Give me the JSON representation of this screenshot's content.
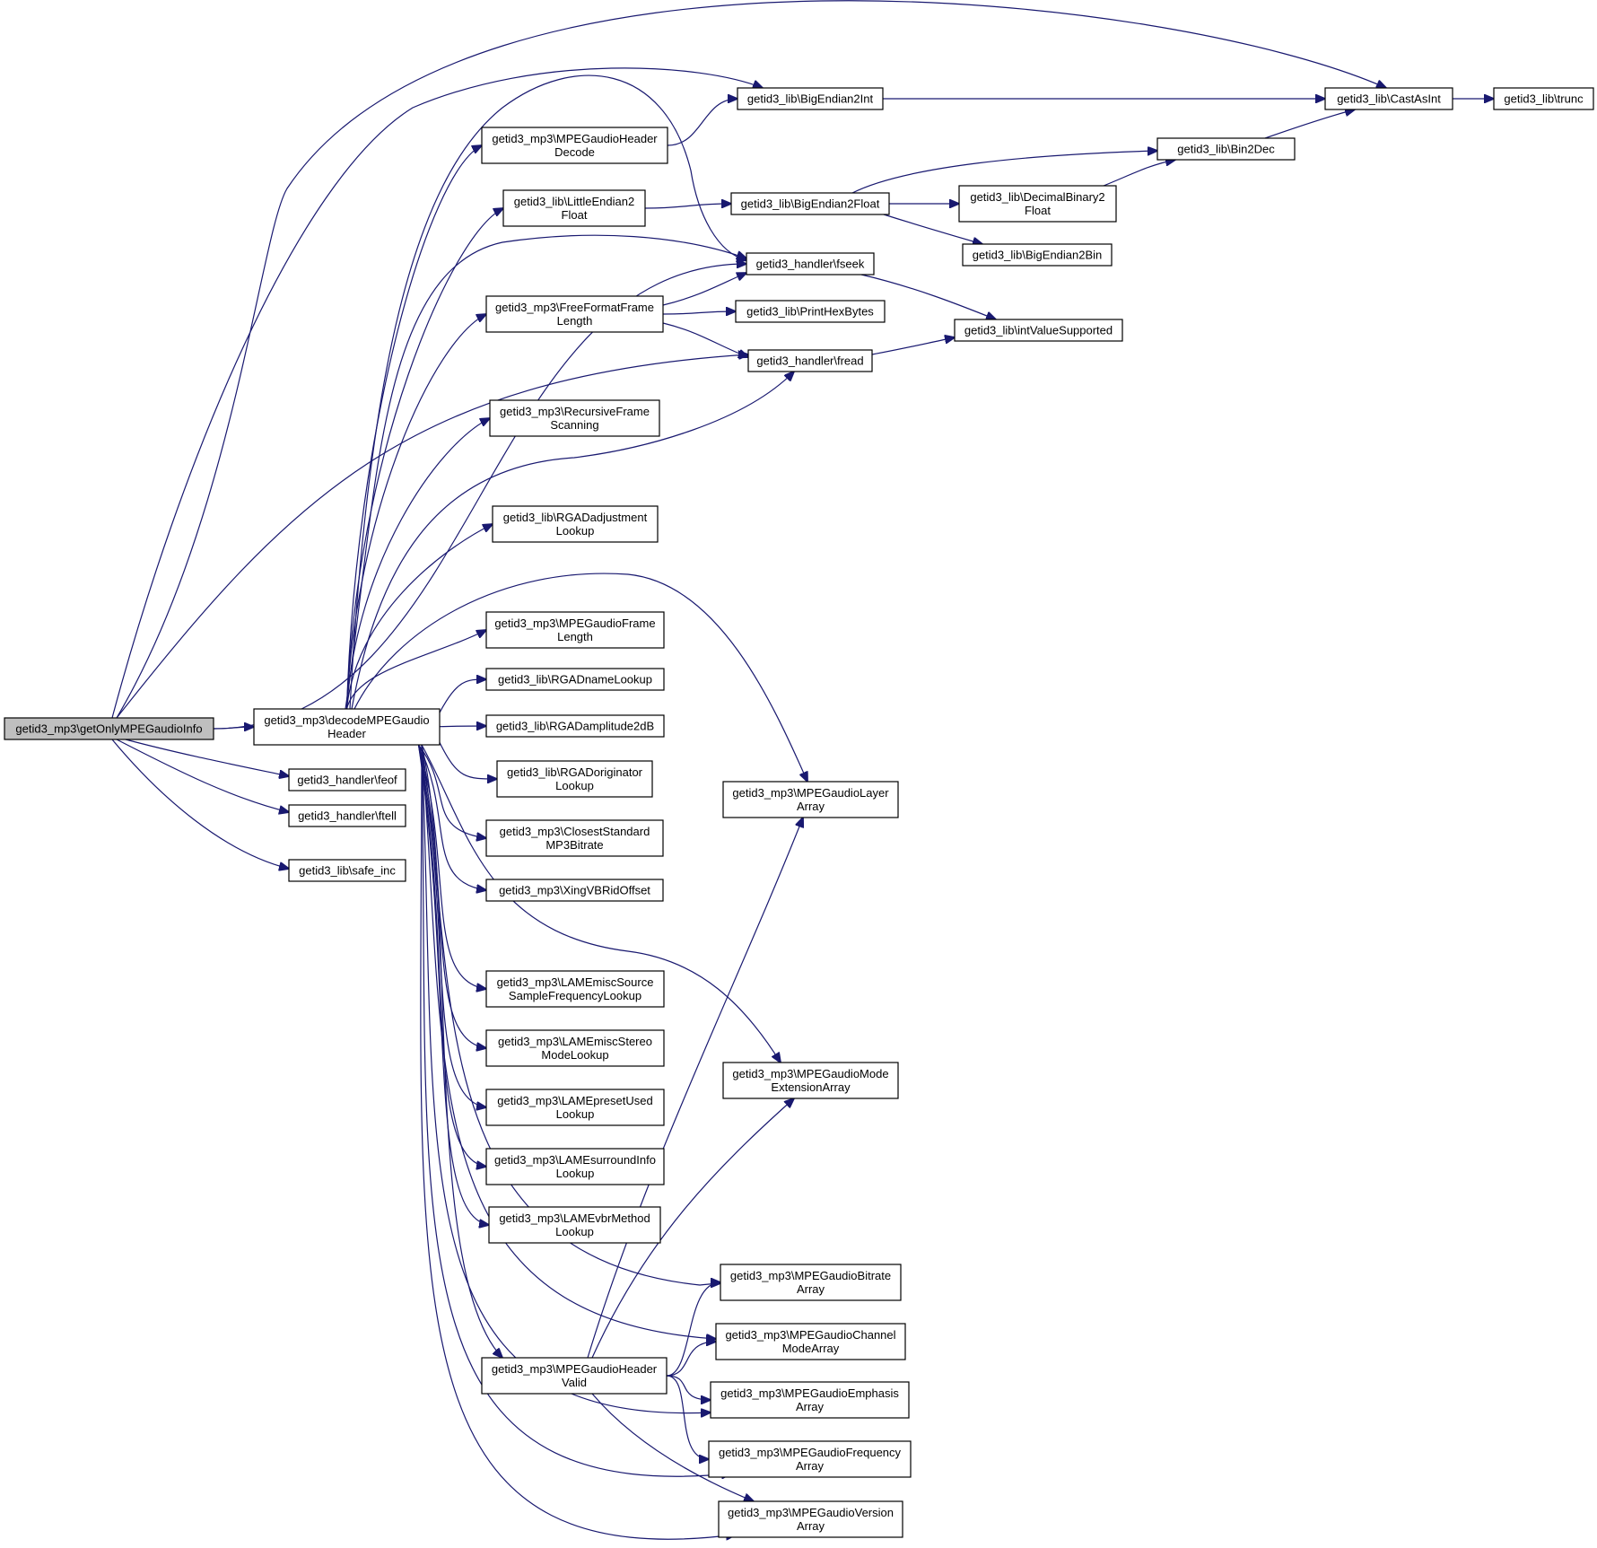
{
  "nodes": {
    "root": [
      "getid3_mp3\\getOnlyMPEGaudioInfo"
    ],
    "decode": [
      "getid3_mp3\\decodeMPEGaudio",
      "Header"
    ],
    "feof": [
      "getid3_handler\\feof"
    ],
    "ftell": [
      "getid3_handler\\ftell"
    ],
    "safeinc": [
      "getid3_lib\\safe_inc"
    ],
    "hdrdecode": [
      "getid3_mp3\\MPEGaudioHeader",
      "Decode"
    ],
    "le2f": [
      "getid3_lib\\LittleEndian2",
      "Float"
    ],
    "freeformat": [
      "getid3_mp3\\FreeFormatFrame",
      "Length"
    ],
    "recursive": [
      "getid3_mp3\\RecursiveFrame",
      "Scanning"
    ],
    "rgaadj": [
      "getid3_lib\\RGADadjustment",
      "Lookup"
    ],
    "framelen": [
      "getid3_mp3\\MPEGaudioFrame",
      "Length"
    ],
    "rganame": [
      "getid3_lib\\RGADnameLookup"
    ],
    "rgaamp": [
      "getid3_lib\\RGADamplitude2dB"
    ],
    "rgaorig": [
      "getid3_lib\\RGADoriginator",
      "Lookup"
    ],
    "closest": [
      "getid3_mp3\\ClosestStandard",
      "MP3Bitrate"
    ],
    "xing": [
      "getid3_mp3\\XingVBRidOffset"
    ],
    "lamesrc": [
      "getid3_mp3\\LAMEmiscSource",
      "SampleFrequencyLookup"
    ],
    "lamestereo": [
      "getid3_mp3\\LAMEmiscStereo",
      "ModeLookup"
    ],
    "lamepreset": [
      "getid3_mp3\\LAMEpresetUsed",
      "Lookup"
    ],
    "lamesurround": [
      "getid3_mp3\\LAMEsurroundInfo",
      "Lookup"
    ],
    "lamevbr": [
      "getid3_mp3\\LAMEvbrMethod",
      "Lookup"
    ],
    "hdrvalid": [
      "getid3_mp3\\MPEGaudioHeader",
      "Valid"
    ],
    "be2int": [
      "getid3_lib\\BigEndian2Int"
    ],
    "be2float": [
      "getid3_lib\\BigEndian2Float"
    ],
    "fseek": [
      "getid3_handler\\fseek"
    ],
    "printhex": [
      "getid3_lib\\PrintHexBytes"
    ],
    "fread": [
      "getid3_handler\\fread"
    ],
    "layer": [
      "getid3_mp3\\MPEGaudioLayer",
      "Array"
    ],
    "modeext": [
      "getid3_mp3\\MPEGaudioMode",
      "ExtensionArray"
    ],
    "bitrate": [
      "getid3_mp3\\MPEGaudioBitrate",
      "Array"
    ],
    "channel": [
      "getid3_mp3\\MPEGaudioChannel",
      "ModeArray"
    ],
    "emphasis": [
      "getid3_mp3\\MPEGaudioEmphasis",
      "Array"
    ],
    "frequency": [
      "getid3_mp3\\MPEGaudioFrequency",
      "Array"
    ],
    "version": [
      "getid3_mp3\\MPEGaudioVersion",
      "Array"
    ],
    "castasint": [
      "getid3_lib\\CastAsInt"
    ],
    "bin2dec": [
      "getid3_lib\\Bin2Dec"
    ],
    "decbin2f": [
      "getid3_lib\\DecimalBinary2",
      "Float"
    ],
    "be2bin": [
      "getid3_lib\\BigEndian2Bin"
    ],
    "intvalue": [
      "getid3_lib\\intValueSupported"
    ],
    "trunc": [
      "getid3_lib\\trunc"
    ]
  },
  "edges": [
    [
      "root",
      "decode"
    ],
    [
      "root",
      "feof"
    ],
    [
      "root",
      "ftell"
    ],
    [
      "root",
      "safeinc"
    ],
    [
      "root",
      "be2int"
    ],
    [
      "root",
      "castasint"
    ],
    [
      "root",
      "fseek"
    ],
    [
      "root",
      "fread"
    ],
    [
      "decode",
      "hdrdecode"
    ],
    [
      "decode",
      "le2f"
    ],
    [
      "decode",
      "freeformat"
    ],
    [
      "decode",
      "recursive"
    ],
    [
      "decode",
      "rgaadj"
    ],
    [
      "decode",
      "framelen"
    ],
    [
      "decode",
      "rganame"
    ],
    [
      "decode",
      "rgaamp"
    ],
    [
      "decode",
      "rgaorig"
    ],
    [
      "decode",
      "closest"
    ],
    [
      "decode",
      "xing"
    ],
    [
      "decode",
      "lamesrc"
    ],
    [
      "decode",
      "lamestereo"
    ],
    [
      "decode",
      "lamepreset"
    ],
    [
      "decode",
      "lamesurround"
    ],
    [
      "decode",
      "lamevbr"
    ],
    [
      "decode",
      "hdrvalid"
    ],
    [
      "decode",
      "be2int"
    ],
    [
      "decode",
      "fseek"
    ],
    [
      "decode",
      "fread"
    ],
    [
      "decode",
      "layer"
    ],
    [
      "decode",
      "modeext"
    ],
    [
      "decode",
      "bitrate"
    ],
    [
      "decode",
      "channel"
    ],
    [
      "decode",
      "emphasis"
    ],
    [
      "decode",
      "frequency"
    ],
    [
      "decode",
      "version"
    ],
    [
      "hdrdecode",
      "be2int"
    ],
    [
      "le2f",
      "be2float"
    ],
    [
      "freeformat",
      "fseek"
    ],
    [
      "freeformat",
      "printhex"
    ],
    [
      "freeformat",
      "fread"
    ],
    [
      "hdrvalid",
      "layer"
    ],
    [
      "hdrvalid",
      "modeext"
    ],
    [
      "hdrvalid",
      "bitrate"
    ],
    [
      "hdrvalid",
      "channel"
    ],
    [
      "hdrvalid",
      "emphasis"
    ],
    [
      "hdrvalid",
      "frequency"
    ],
    [
      "hdrvalid",
      "version"
    ],
    [
      "be2int",
      "castasint"
    ],
    [
      "be2float",
      "bin2dec"
    ],
    [
      "be2float",
      "decbin2f"
    ],
    [
      "be2float",
      "be2bin"
    ],
    [
      "decbin2f",
      "bin2dec"
    ],
    [
      "bin2dec",
      "castasint"
    ],
    [
      "fseek",
      "intvalue"
    ],
    [
      "fread",
      "intvalue"
    ],
    [
      "castasint",
      "trunc"
    ]
  ]
}
